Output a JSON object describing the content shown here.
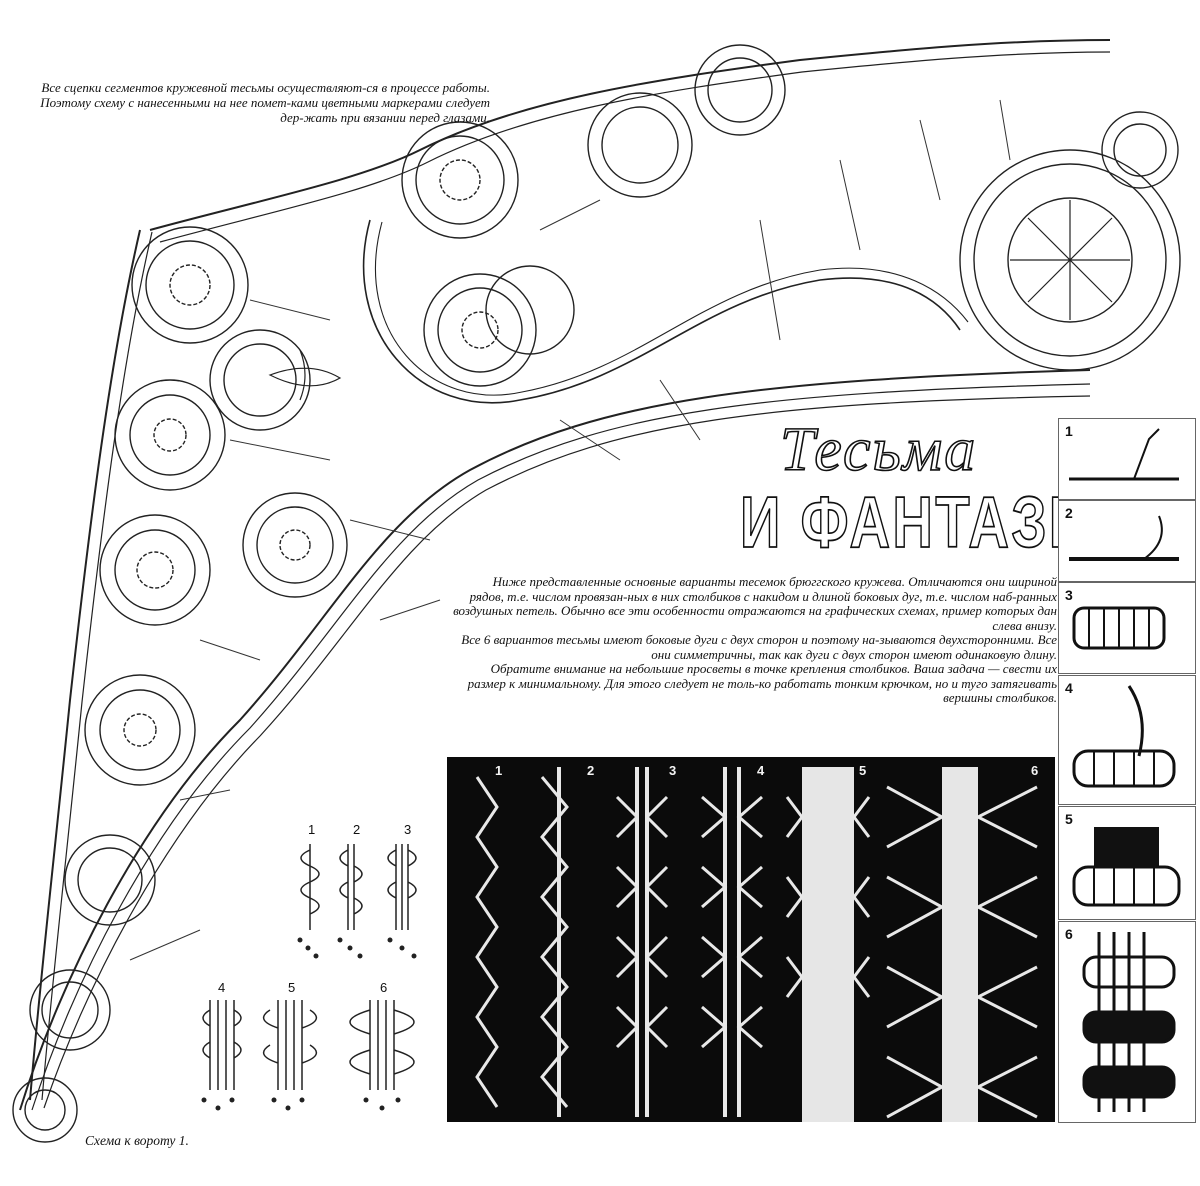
{
  "notes": {
    "top_line1": "Все сцепки сегментов кружевной тесьмы осуществляют-ся в процессе работы.",
    "top_line2": "Поэтому схему с нанесенными на нее помет-ками цветными маркерами следует дер-жать при вязании перед глазами."
  },
  "title": {
    "script": "Тесьма",
    "caps": "И ФАНТАЗИЯ"
  },
  "intro": {
    "p1": "Ниже представленные основные варианты тесемок брюггского кружева. Отличаются они шириной рядов, т.е. числом провязан-ных в них столбиков с накидом и длиной боковых дуг, т.е. числом наб-ранных воздушных петель. Обычно все эти особенности отражаются на графических схемах, пример которых дан слева внизу.",
    "p2": "Все 6 вариантов тесьмы имеют боковые дуги с двух сторон и поэтому на-зываются двухсторонними. Все они симметричны, так как дуги с двух сторон имеют одинаковую длину.",
    "p3": "Обратите внимание на небольшие просветы в точке крепления столбиков. Ваша задача — свести их размер к минимальному. Для этого следует не толь-ко работать тонким крючком, но и туго затягивать вершины столбиков."
  },
  "schemes": {
    "labels": [
      "1",
      "2",
      "3",
      "4",
      "5",
      "6"
    ]
  },
  "photo": {
    "labels": [
      "1",
      "2",
      "3",
      "4",
      "5",
      "6"
    ]
  },
  "steps": {
    "labels": [
      "1",
      "2",
      "3",
      "4",
      "5",
      "6"
    ]
  },
  "caption": "Схема к вороту 1."
}
